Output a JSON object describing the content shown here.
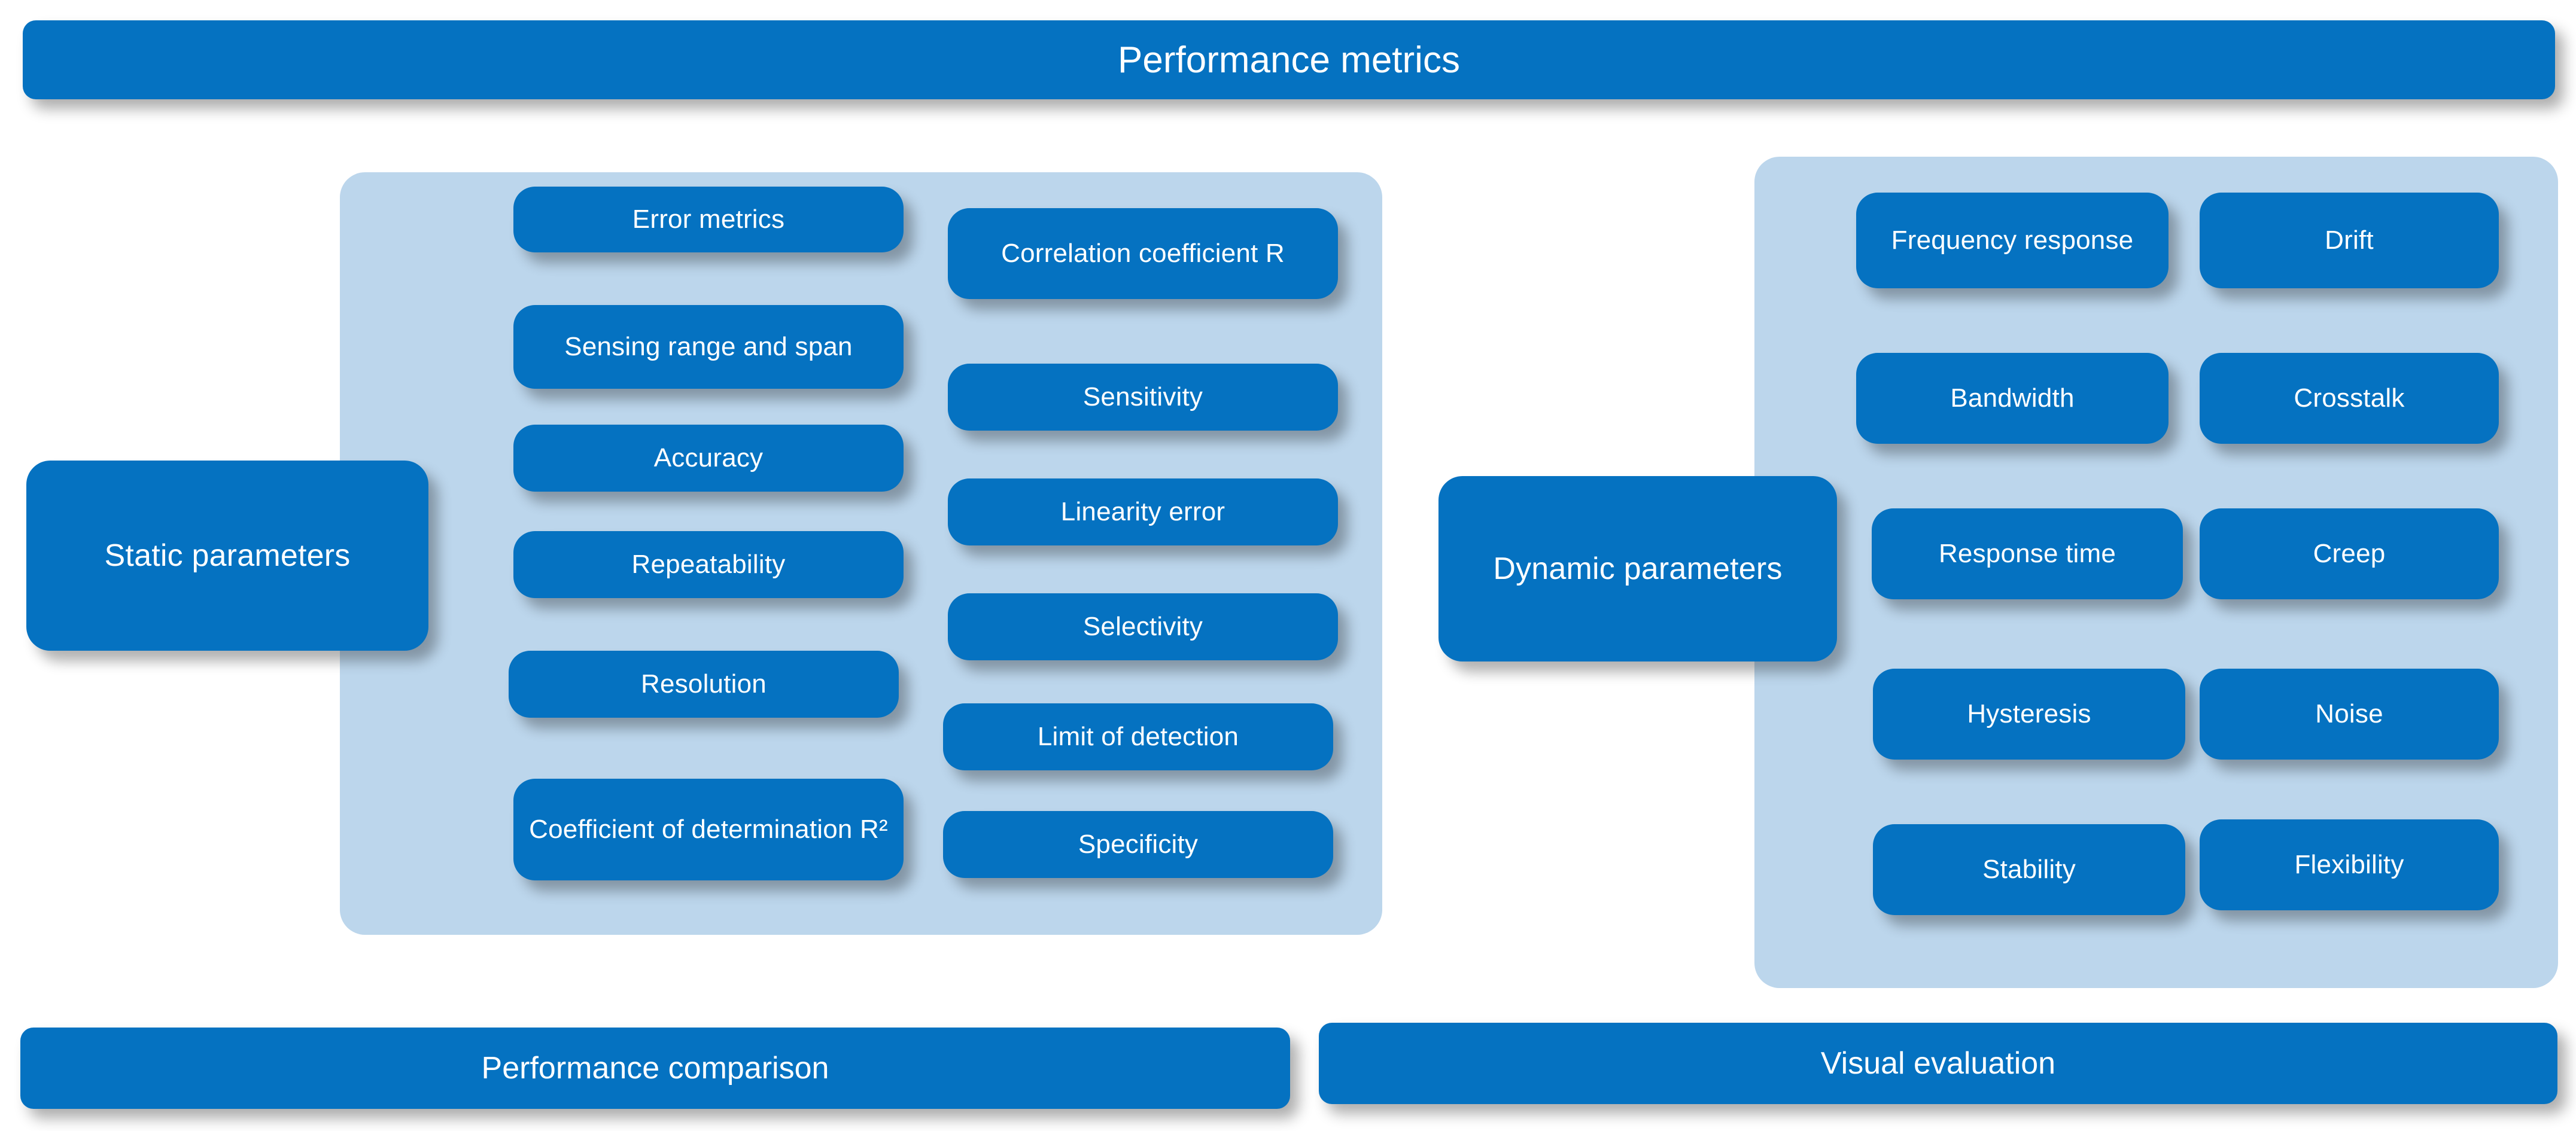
{
  "header": {
    "title": "Performance metrics"
  },
  "footer": {
    "left_label": "Performance comparison",
    "right_label": "Visual evaluation"
  },
  "groups": [
    {
      "id": "static",
      "category_label": "Static parameters",
      "columns": [
        {
          "id": "static-col-1",
          "items": [
            {
              "label": "Error metrics"
            },
            {
              "label": "Sensing range and span"
            },
            {
              "label": "Accuracy"
            },
            {
              "label": "Repeatability"
            },
            {
              "label": "Resolution"
            },
            {
              "label": "Coefficient of determination R²"
            }
          ]
        },
        {
          "id": "static-col-2",
          "items": [
            {
              "label": "Correlation coefficient R"
            },
            {
              "label": "Sensitivity"
            },
            {
              "label": "Linearity error"
            },
            {
              "label": "Selectivity"
            },
            {
              "label": "Limit of detection"
            },
            {
              "label": "Specificity"
            }
          ]
        }
      ]
    },
    {
      "id": "dynamic",
      "category_label": "Dynamic parameters",
      "columns": [
        {
          "id": "dynamic-col-1",
          "items": [
            {
              "label": "Frequency response"
            },
            {
              "label": "Bandwidth"
            },
            {
              "label": "Response time"
            },
            {
              "label": "Hysteresis"
            },
            {
              "label": "Stability"
            }
          ]
        },
        {
          "id": "dynamic-col-2",
          "items": [
            {
              "label": "Drift"
            },
            {
              "label": "Crosstalk"
            },
            {
              "label": "Creep"
            },
            {
              "label": "Noise"
            },
            {
              "label": "Flexibility"
            }
          ]
        }
      ]
    }
  ],
  "colors": {
    "node_blue": "#0572C1",
    "panel_blue": "#BCD6EC",
    "text_white": "#FFFFFF",
    "background": "#FFFFFF"
  }
}
